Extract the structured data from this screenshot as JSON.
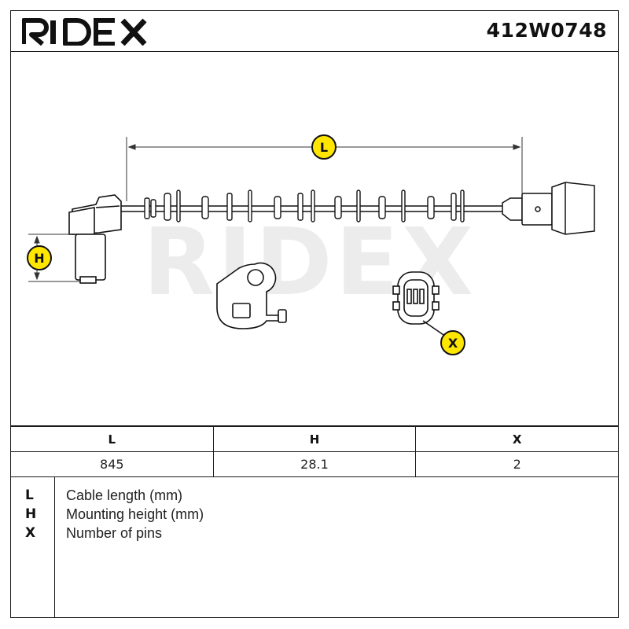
{
  "brand": "RIDEX",
  "part_number": "412W0748",
  "watermark": "RIDEX",
  "diagram": {
    "callouts": {
      "length": "L",
      "height": "H",
      "pins": "X"
    }
  },
  "dimensions_table": {
    "headers": [
      "L",
      "H",
      "X"
    ],
    "values": [
      "845",
      "28.1",
      "2"
    ]
  },
  "legend": [
    {
      "key": "L",
      "label": "Cable length (mm)"
    },
    {
      "key": "H",
      "label": "Mounting height (mm)"
    },
    {
      "key": "X",
      "label": "Number of pins"
    }
  ],
  "colors": {
    "accent_yellow": "#FFE600",
    "line": "#1a1a1a",
    "watermark_grey": "#ececec"
  }
}
